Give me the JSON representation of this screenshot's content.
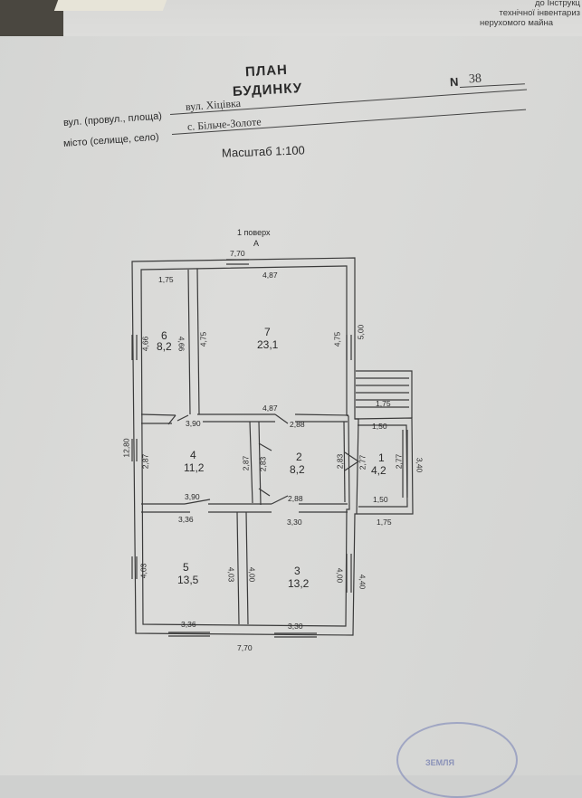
{
  "header": {
    "top_right_line1": "до Інструкц",
    "top_right_line2": "технічної інвентариз",
    "top_right_line3": "нерухомого майна"
  },
  "doc": {
    "title_line1": "ПЛАН",
    "title_line2": "БУДИНКУ",
    "number_label": "N",
    "number_value": "38",
    "street_label": "вул. (провул., площа)",
    "street_value": "вул. Хіцівка",
    "city_label": "місто (селище, село)",
    "city_value": "с. Більче-Золоте",
    "scale": "Масштаб 1:100"
  },
  "plan": {
    "floor_label": "1 поверх",
    "section_label": "A",
    "rooms": [
      {
        "no": "7",
        "area": "23,1"
      },
      {
        "no": "6",
        "area": "8,2"
      },
      {
        "no": "4",
        "area": "11,2"
      },
      {
        "no": "2",
        "area": "8,2"
      },
      {
        "no": "1",
        "area": "4,2"
      },
      {
        "no": "5",
        "area": "13,5"
      },
      {
        "no": "3",
        "area": "13,2"
      }
    ],
    "dims": {
      "top_total": "7,70",
      "bottom_total": "7,70",
      "left_total": "12,80",
      "room6_w": "1,75",
      "room6_h": "4,66",
      "room6_h2": "4,66",
      "room7_w_top": "4,87",
      "room7_w_bot": "4,87",
      "room7_h_left": "4,75",
      "room7_h_right": "4,75",
      "right_upper": "5,00",
      "room4_w_top": "3,90",
      "room4_w_bot": "3,90",
      "room4_h_left": "2,87",
      "room4_h_right": "2,87",
      "room2_w_top": "2,88",
      "room2_w_bot": "2,88",
      "room2_h_left": "2,83",
      "room2_h_right": "2,83",
      "room1_w_top": "1,50",
      "room1_w_bot": "1,50",
      "room1_h_left": "2,77",
      "room1_h_right": "2,77",
      "porch_w_top": "1,75",
      "porch_w_bot": "1,75",
      "porch_h": "3,40",
      "room5_w_top": "3,36",
      "room5_w_bot": "3,36",
      "room5_h_left": "4,03",
      "room5_h_right": "4,03",
      "room3_w_top": "3,30",
      "room3_w_bot": "3,30",
      "room3_h_left": "4,00",
      "room3_h_right": "4,00",
      "right_lower": "4,40"
    }
  },
  "stamp": {
    "text": "ЗЕМЛЯ"
  }
}
